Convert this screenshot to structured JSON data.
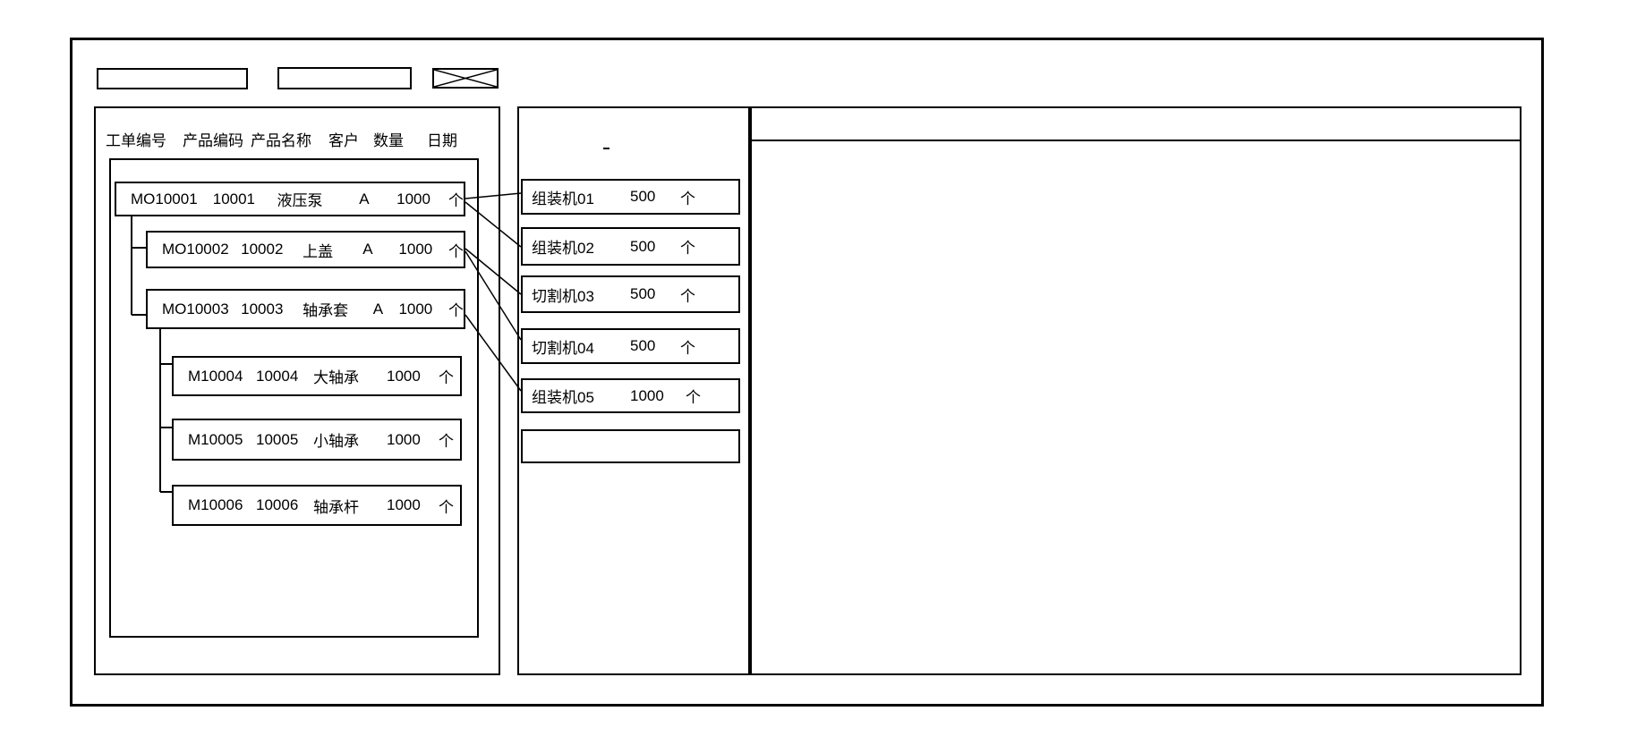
{
  "toolbar": {
    "input1_value": "",
    "input2_value": ""
  },
  "work_order_panel": {
    "columns": [
      "工单编号",
      "产品编码",
      "产品名称",
      "客户",
      "数量",
      "日期"
    ],
    "orders": [
      {
        "order_no": "MO10001",
        "product_code": "10001",
        "product_name": "液压泵",
        "customer": "A",
        "qty": "1000",
        "unit": "个"
      },
      {
        "order_no": "MO10002",
        "product_code": "10002",
        "product_name": "上盖",
        "customer": "A",
        "qty": "1000",
        "unit": "个"
      },
      {
        "order_no": "MO10003",
        "product_code": "10003",
        "product_name": "轴承套",
        "customer": "A",
        "qty": "1000",
        "unit": "个"
      },
      {
        "order_no": "M10004",
        "product_code": "10004",
        "product_name": "大轴承",
        "customer": "",
        "qty": "1000",
        "unit": "个"
      },
      {
        "order_no": "M10005",
        "product_code": "10005",
        "product_name": "小轴承",
        "customer": "",
        "qty": "1000",
        "unit": "个"
      },
      {
        "order_no": "M10006",
        "product_code": "10006",
        "product_name": "轴承杆",
        "customer": "",
        "qty": "1000",
        "unit": "个"
      }
    ]
  },
  "machine_panel": {
    "machines": [
      {
        "name": "组装机01",
        "qty": "500",
        "unit": "个"
      },
      {
        "name": "组装机02",
        "qty": "500",
        "unit": "个"
      },
      {
        "name": "切割机03",
        "qty": "500",
        "unit": "个"
      },
      {
        "name": "切割机04",
        "qty": "500",
        "unit": "个"
      },
      {
        "name": "组装机05",
        "qty": "1000",
        "unit": "个"
      },
      {
        "name": "",
        "qty": "",
        "unit": ""
      }
    ]
  },
  "connections": [
    {
      "from": "MO10001",
      "to": "组装机01"
    },
    {
      "from": "MO10001",
      "to": "组装机02"
    },
    {
      "from": "MO10002",
      "to": "切割机03"
    },
    {
      "from": "MO10002",
      "to": "切割机04"
    },
    {
      "from": "MO10003",
      "to": "组装机05"
    }
  ],
  "colors": {
    "line": "#000000",
    "background": "#ffffff"
  }
}
